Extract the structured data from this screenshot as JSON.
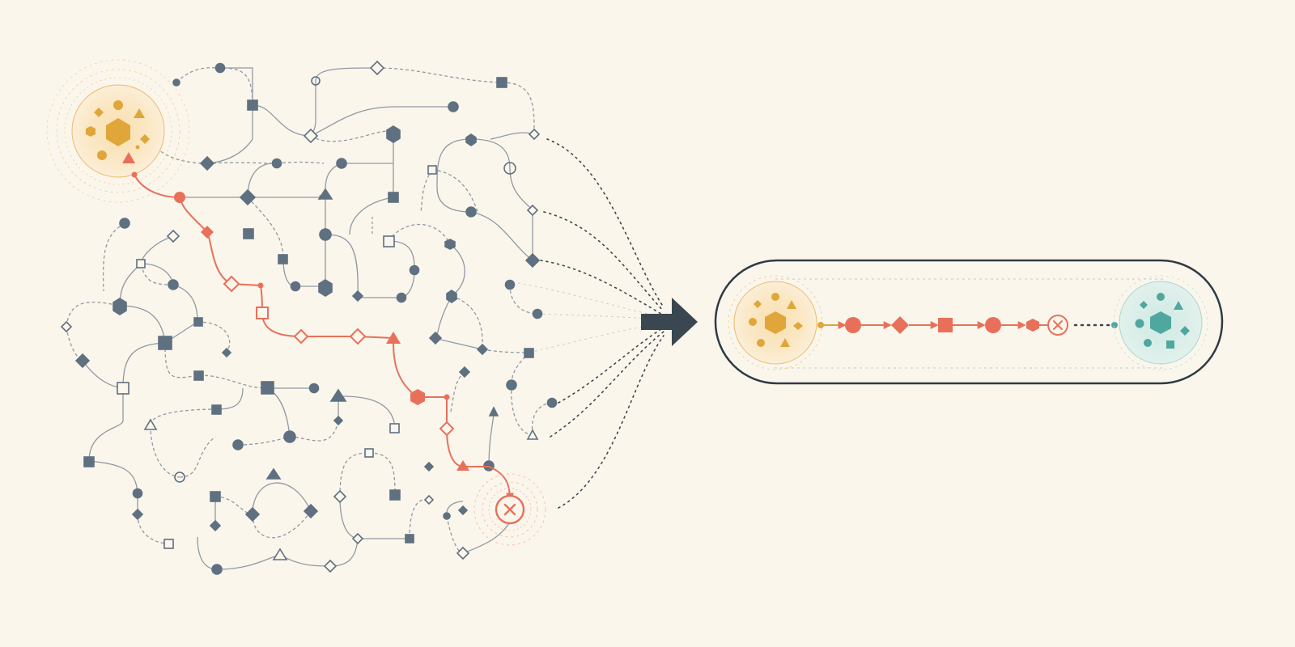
{
  "diagram": {
    "type": "maze-to-pipeline",
    "colors": {
      "background": "#fbf6ec",
      "node": "#5f7080",
      "edge": "#8a949e",
      "path": "#e8705a",
      "start": "#e0a63a",
      "end": "#4fa7a0",
      "pill_border": "#2e3b45",
      "arrow": "#3a4750"
    },
    "start_cluster": {
      "name": "start-cluster",
      "shapes": [
        "hexagon",
        "circle",
        "triangle",
        "circle",
        "diamond",
        "circle",
        "triangle",
        "hexagon"
      ]
    },
    "end_marker": {
      "name": "end-marker",
      "icon": "x-circle-icon"
    },
    "maze_path_nodes": [
      "circle",
      "diamond",
      "diamond",
      "circle",
      "square",
      "diamond",
      "diamond",
      "triangle",
      "hexagon",
      "circle",
      "diamond",
      "triangle",
      "circle",
      "x-circle"
    ],
    "pipeline": {
      "source_shapes": [
        "hexagon",
        "circle",
        "triangle",
        "circle",
        "diamond",
        "triangle",
        "circle",
        "diamond"
      ],
      "steps": [
        "circle",
        "diamond",
        "square",
        "circle",
        "hexagon",
        "x-circle"
      ],
      "target_shapes": [
        "hexagon",
        "circle",
        "triangle",
        "circle",
        "diamond",
        "circle",
        "square",
        "circle"
      ]
    },
    "transform_arrow": {
      "icon": "arrow-right-icon"
    }
  }
}
